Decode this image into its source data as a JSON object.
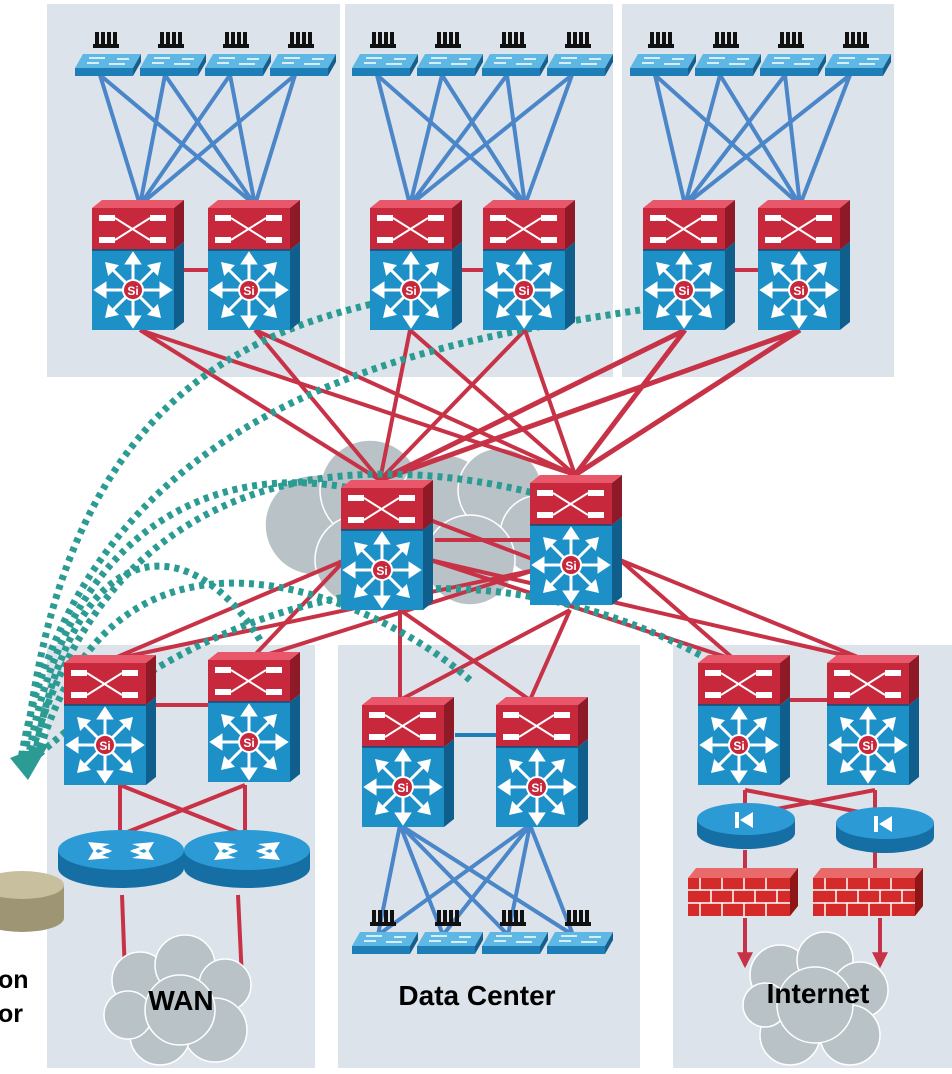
{
  "labels": {
    "wan": "WAN",
    "data_center": "Data Center",
    "internet": "Internet",
    "partial_line1": "on",
    "partial_line2": "or"
  },
  "colors": {
    "zone_bg": "#dde3ea",
    "switch_top": "#c8283c",
    "switch_body": "#1e90c8",
    "router": "#1e90c8",
    "firewall": "#d42a2a",
    "red_link": "#c83246",
    "blue_link": "#4a86c8",
    "flow_dotted": "#2b9b94",
    "cloud": "#b9c2c6",
    "storage_disk": "#b9b08f"
  },
  "icons": {
    "multilayer_switch": "multilayer-switch-icon",
    "access_switch": "workgroup-switch-icon",
    "router": "router-icon",
    "load_balancer": "load-balancer-icon",
    "firewall": "firewall-icon",
    "cloud": "cloud-icon",
    "storage": "storage-disk-icon"
  }
}
